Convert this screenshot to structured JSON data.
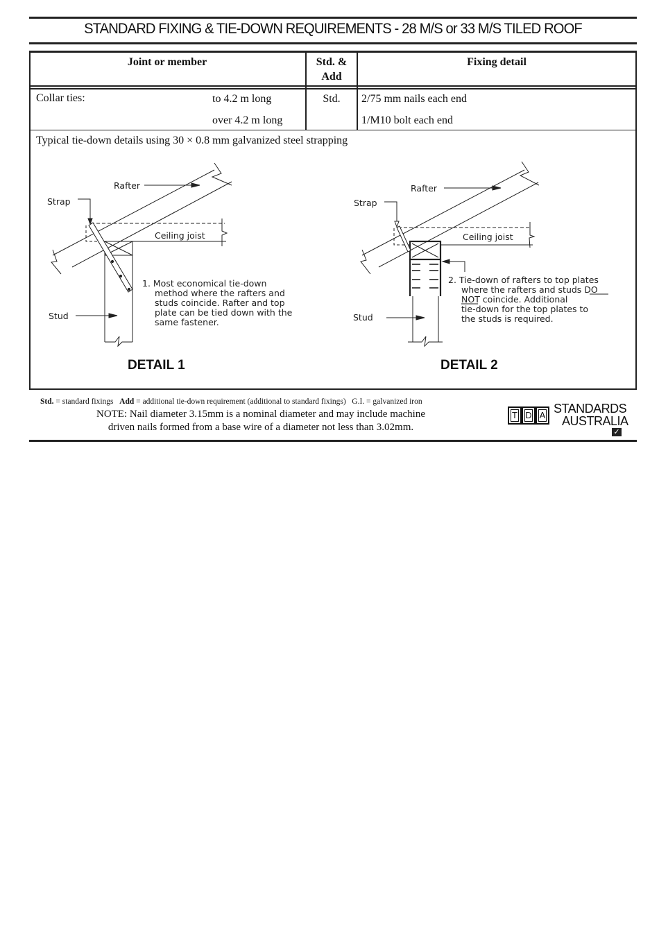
{
  "header": {
    "title": "STANDARD FIXING & TIE-DOWN REQUIREMENTS - 28 M/S or 33 M/S TILED ROOF"
  },
  "table": {
    "columns": [
      "Joint or member",
      "Std. &",
      "Add",
      "Fixing detail"
    ],
    "rows": [
      {
        "member": "Collar ties:",
        "condition": "to 4.2 m long",
        "std_add": "Std.",
        "fixing": "2/75 mm nails each end"
      },
      {
        "member": "",
        "condition": "over 4.2 m long",
        "std_add": "",
        "fixing": "1/M10 bolt each end"
      }
    ],
    "tie_down_caption": "Typical tie-down details using 30 × 0.8 mm galvanized steel strapping"
  },
  "details": [
    {
      "label": "DETAIL 1",
      "labels": {
        "rafter": "Rafter",
        "strap": "Strap",
        "ceiling_joist": "Ceiling joist",
        "stud": "Stud"
      },
      "note_lines": [
        "1.  Most economical tie-down",
        "method where the rafters and",
        "studs coincide.  Rafter and top",
        "plate can be tied down with the",
        "same fastener."
      ]
    },
    {
      "label": "DETAIL 2",
      "labels": {
        "rafter": "Rafter",
        "strap": "Strap",
        "ceiling_joist": "Ceiling joist",
        "stud": "Stud"
      },
      "note_lines": [
        "2.  Tie-down of rafters to top plates",
        "where the rafters and studs DO",
        "NOT coincide.  Additional",
        "tie-down for the top plates to",
        "the studs is required."
      ]
    }
  ],
  "footer": {
    "legend_std_key": "Std.",
    "legend_std_val": "= standard fixings",
    "legend_add_key": "Add",
    "legend_add_val": "= additional tie-down requirement (additional to standard fixings)",
    "legend_gi": "G.I. = galvanized iron",
    "note_line1": "NOTE: Nail diameter 3.15mm is a nominal diameter and may include machine",
    "note_line2": "driven nails formed from a base wire of a diameter not less than 3.02mm."
  },
  "logo": {
    "letters": [
      "T",
      "D",
      "A"
    ],
    "line1": "STANDARDS",
    "line2": "AUSTRALIA",
    "check_icon": "✓"
  }
}
